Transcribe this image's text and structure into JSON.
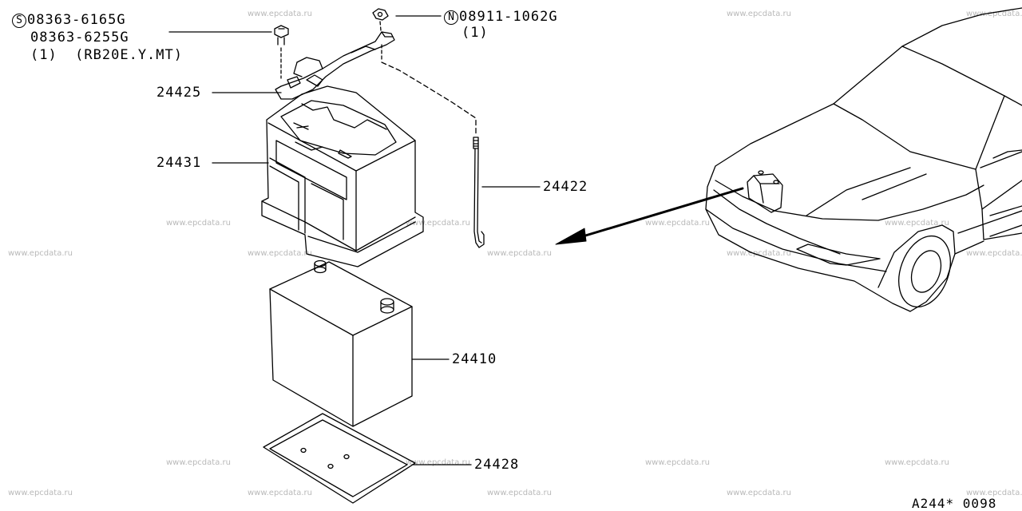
{
  "watermark": "www.epcdata.ru",
  "callouts": {
    "s_symbol": "S",
    "s_part_1": "08363-6165G",
    "s_part_2": "08363-6255G",
    "s_qty_note": "(1)  (RB20E.Y.MT)",
    "n_symbol": "N",
    "n_part": "08911-1062G",
    "n_qty": "(1)",
    "p24425": "24425",
    "p24431": "24431",
    "p24422": "24422",
    "p24410": "24410",
    "p24428": "24428"
  },
  "diagram_code": "A244* 0098"
}
